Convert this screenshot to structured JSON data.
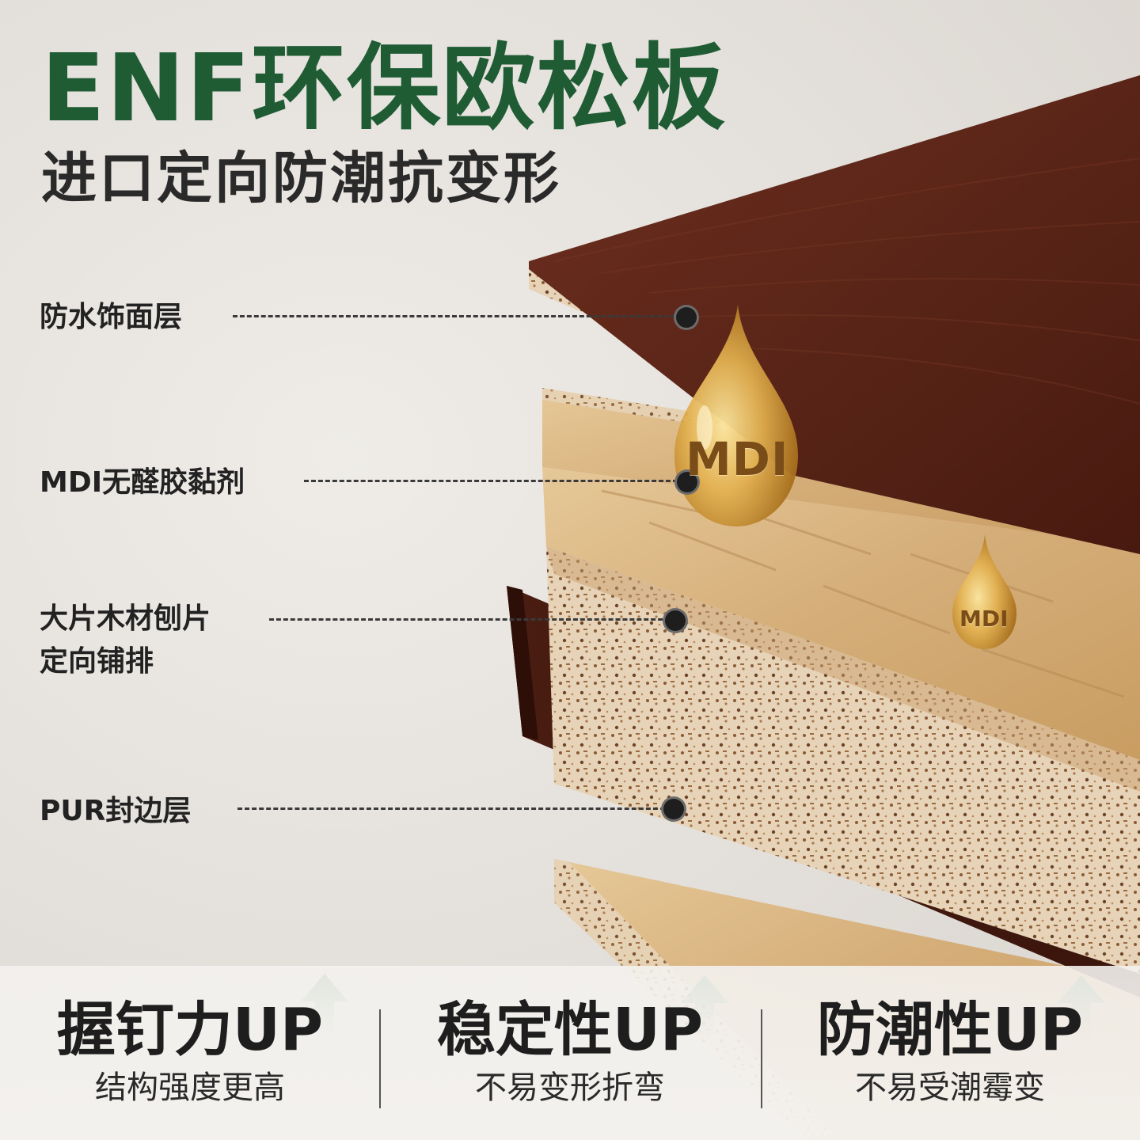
{
  "header": {
    "title": "ENF环保欧松板",
    "subtitle": "进口定向防潮抗变形"
  },
  "layers": [
    {
      "label": "防水饰面层"
    },
    {
      "label": "MDI无醛胶黏剂"
    },
    {
      "label": "大片木材刨片\n定向铺排"
    },
    {
      "label": "PUR封边层"
    }
  ],
  "drops": {
    "large_label": "MDI",
    "small_label": "MDI"
  },
  "features": [
    {
      "title": "握钉力UP",
      "subtitle": "结构强度更高"
    },
    {
      "title": "稳定性UP",
      "subtitle": "不易变形折弯"
    },
    {
      "title": "防潮性UP",
      "subtitle": "不易受潮霉变"
    }
  ],
  "colors": {
    "title_green": "#1f5c34",
    "walnut_veneer": "#5a2518",
    "osb_wood": "#d6b07c",
    "arrow_green": "#2e7d4a"
  }
}
